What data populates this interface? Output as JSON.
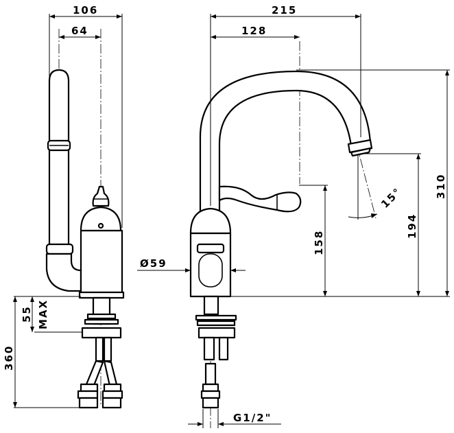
{
  "dimensions": {
    "side_width": "106",
    "side_offset": "64",
    "front_width": "215",
    "front_offset": "128",
    "total_height": "310",
    "spout_height": "194",
    "lever_height": "158",
    "base_diameter": "Ø59",
    "mount_thickness": "55",
    "mount_max": "MAX",
    "hose_length": "360",
    "connection": "G1/2\"",
    "spout_angle": "15°"
  },
  "colors": {
    "line": "#000000",
    "background": "#ffffff"
  }
}
